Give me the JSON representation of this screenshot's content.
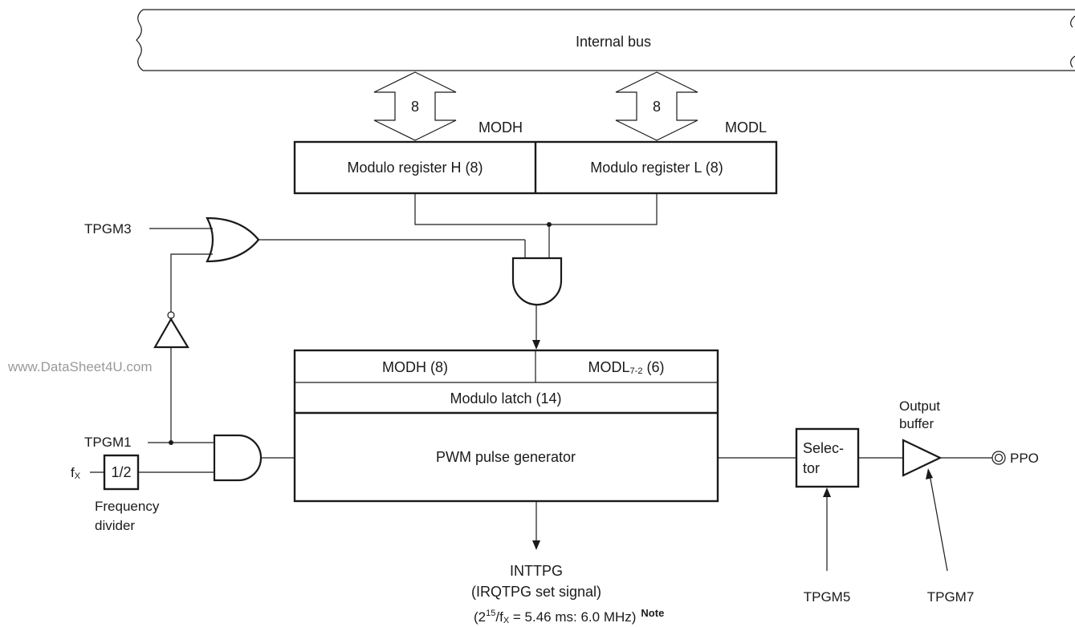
{
  "bus": {
    "label": "Internal bus"
  },
  "arrows": {
    "modh_width": "8",
    "modl_width": "8"
  },
  "registers": {
    "modh_name": "MODH",
    "modl_name": "MODL",
    "modh_box": "Modulo register H (8)",
    "modl_box": "Modulo register L (8)"
  },
  "signals": {
    "tpgm3": "TPGM3",
    "tpgm1": "TPGM1",
    "fx": "f",
    "fx_sub": "X",
    "tpgm5": "TPGM5",
    "tpgm7": "TPGM7",
    "ppo": "PPO"
  },
  "divider": {
    "box": "1/2",
    "label_line1": "Frequency",
    "label_line2": "divider"
  },
  "latch": {
    "modh": "MODH (8)",
    "modl_prefix": "MODL",
    "modl_sub": "7-2",
    "modl_suffix": " (6)",
    "title": "Modulo latch (14)"
  },
  "generator": {
    "label": "PWM pulse generator"
  },
  "selector": {
    "line1": "Selec-",
    "line2": "tor"
  },
  "output_buffer": {
    "line1": "Output",
    "line2": "buffer"
  },
  "interrupt": {
    "name": "INTTPG",
    "desc": "(IRQTPG set signal)",
    "formula_open": "(2",
    "formula_sup": "15",
    "formula_mid": "/f",
    "formula_sub": "X",
    "formula_rest": " = 5.46 ms:  6.0 MHz)",
    "note": "Note"
  },
  "watermark": "www.DataSheet4U.com"
}
